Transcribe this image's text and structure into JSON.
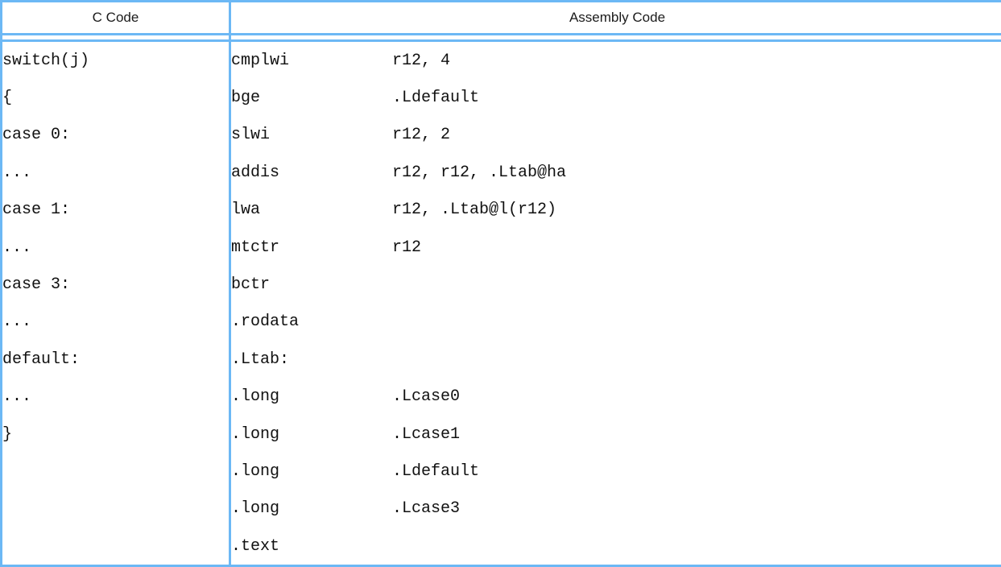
{
  "table": {
    "headers": {
      "c_code": "C Code",
      "assembly_code": "Assembly Code"
    },
    "colors": {
      "border": "#6cb8f5",
      "text": "#111111",
      "header_text": "#1b1b1b",
      "background": "#ffffff"
    },
    "rows": [
      {
        "c": "switch(j)",
        "mnemonic": "cmplwi",
        "operand": "r12, 4"
      },
      {
        "c": "{",
        "mnemonic": "bge",
        "operand": ".Ldefault"
      },
      {
        "c": "case 0:",
        "mnemonic": "slwi",
        "operand": "r12, 2"
      },
      {
        "c": "...",
        "mnemonic": "addis",
        "operand": "r12, r12, .Ltab@ha"
      },
      {
        "c": "case 1:",
        "mnemonic": "lwa",
        "operand": "r12, .Ltab@l(r12)"
      },
      {
        "c": "...",
        "mnemonic": "mtctr",
        "operand": "r12"
      },
      {
        "c": "case 3:",
        "mnemonic": "bctr",
        "operand": ""
      },
      {
        "c": "...",
        "mnemonic": ".rodata",
        "operand": ""
      },
      {
        "c": "default:",
        "mnemonic": ".Ltab:",
        "operand": ""
      },
      {
        "c": "...",
        "mnemonic": ".long",
        "operand": ".Lcase0"
      },
      {
        "c": "}",
        "mnemonic": ".long",
        "operand": ".Lcase1"
      },
      {
        "c": "",
        "mnemonic": ".long",
        "operand": ".Ldefault"
      },
      {
        "c": "",
        "mnemonic": ".long",
        "operand": ".Lcase3"
      },
      {
        "c": "",
        "mnemonic": ".text",
        "operand": ""
      }
    ]
  }
}
